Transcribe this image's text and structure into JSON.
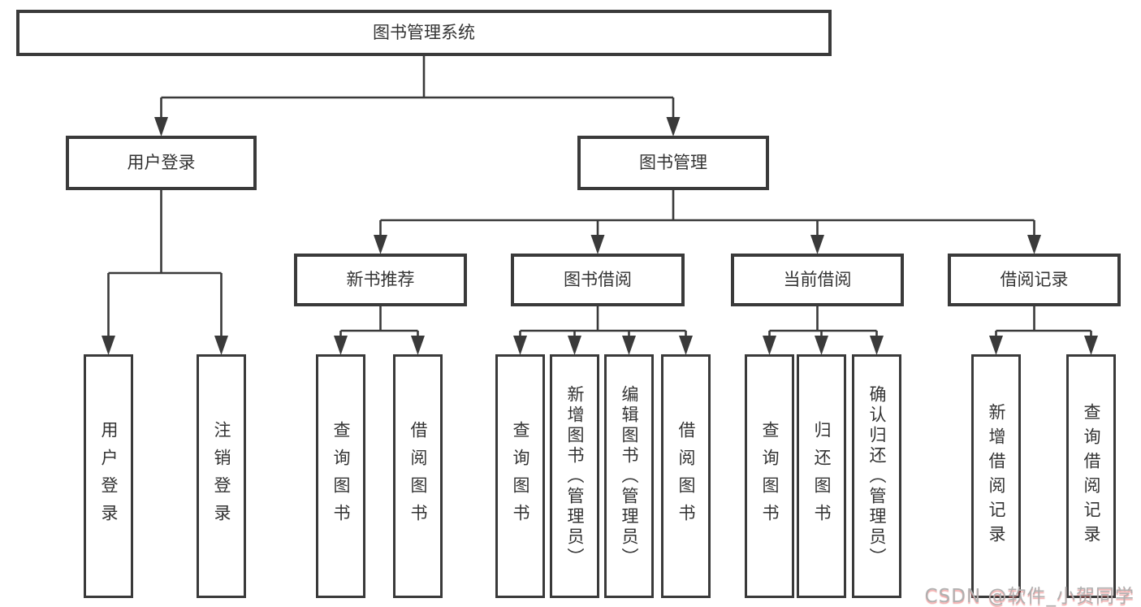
{
  "diagram": {
    "title": "图书管理系统",
    "root": {
      "label": "图书管理系统"
    },
    "l2": [
      {
        "label": "用户登录"
      },
      {
        "label": "图书管理"
      }
    ],
    "l3": [
      {
        "label": "新书推荐"
      },
      {
        "label": "图书借阅"
      },
      {
        "label": "当前借阅"
      },
      {
        "label": "借阅记录"
      }
    ],
    "leaves": [
      {
        "label": "用户登录",
        "parent": "用户登录"
      },
      {
        "label": "注销登录",
        "parent": "用户登录"
      },
      {
        "label": "查询图书",
        "parent": "新书推荐"
      },
      {
        "label": "借阅图书",
        "parent": "新书推荐"
      },
      {
        "label": "查询图书",
        "parent": "图书借阅"
      },
      {
        "label": "新增图书（管理员）",
        "parent": "图书借阅"
      },
      {
        "label": "编辑图书（管理员）",
        "parent": "图书借阅"
      },
      {
        "label": "借阅图书",
        "parent": "图书借阅"
      },
      {
        "label": "查询图书",
        "parent": "当前借阅"
      },
      {
        "label": "归还图书",
        "parent": "当前借阅"
      },
      {
        "label": "确认归还（管理员）",
        "parent": "当前借阅"
      },
      {
        "label": "新增借阅记录",
        "parent": "借阅记录"
      },
      {
        "label": "查询借阅记录",
        "parent": "借阅记录"
      }
    ]
  },
  "watermark": {
    "text": "CSDN @软件_小贺同学"
  },
  "colors": {
    "line": "#3a3a3a",
    "text": "#333333",
    "box_background": "#ffffff",
    "watermark_gray": "#b0b0b0",
    "watermark_red_shadow": "#e86060"
  }
}
